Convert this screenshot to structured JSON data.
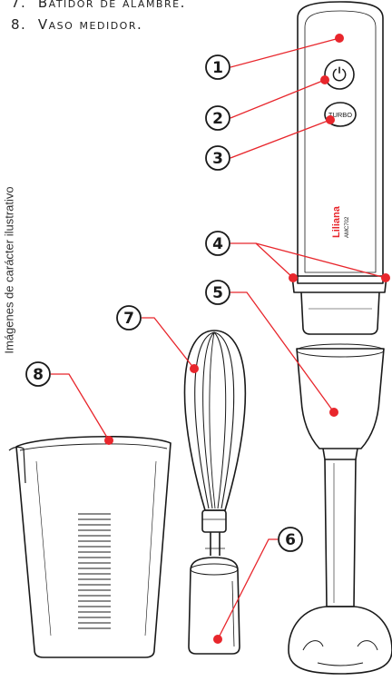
{
  "list": [
    {
      "number": "7.",
      "text": "Batidor de alambre."
    },
    {
      "number": "8.",
      "text": "Vaso medidor."
    }
  ],
  "side_caption": "Imágenes de carácter ilustrativo",
  "device": {
    "power_symbol": "⏻",
    "turbo_label": "TURBO",
    "brand": "Liliana",
    "model": "AMC702"
  },
  "callouts": [
    "1",
    "2",
    "3",
    "4",
    "5",
    "6",
    "7",
    "8"
  ],
  "colors": {
    "leader": "#e8262c",
    "outline": "#1a1a1a",
    "text": "#222222"
  }
}
